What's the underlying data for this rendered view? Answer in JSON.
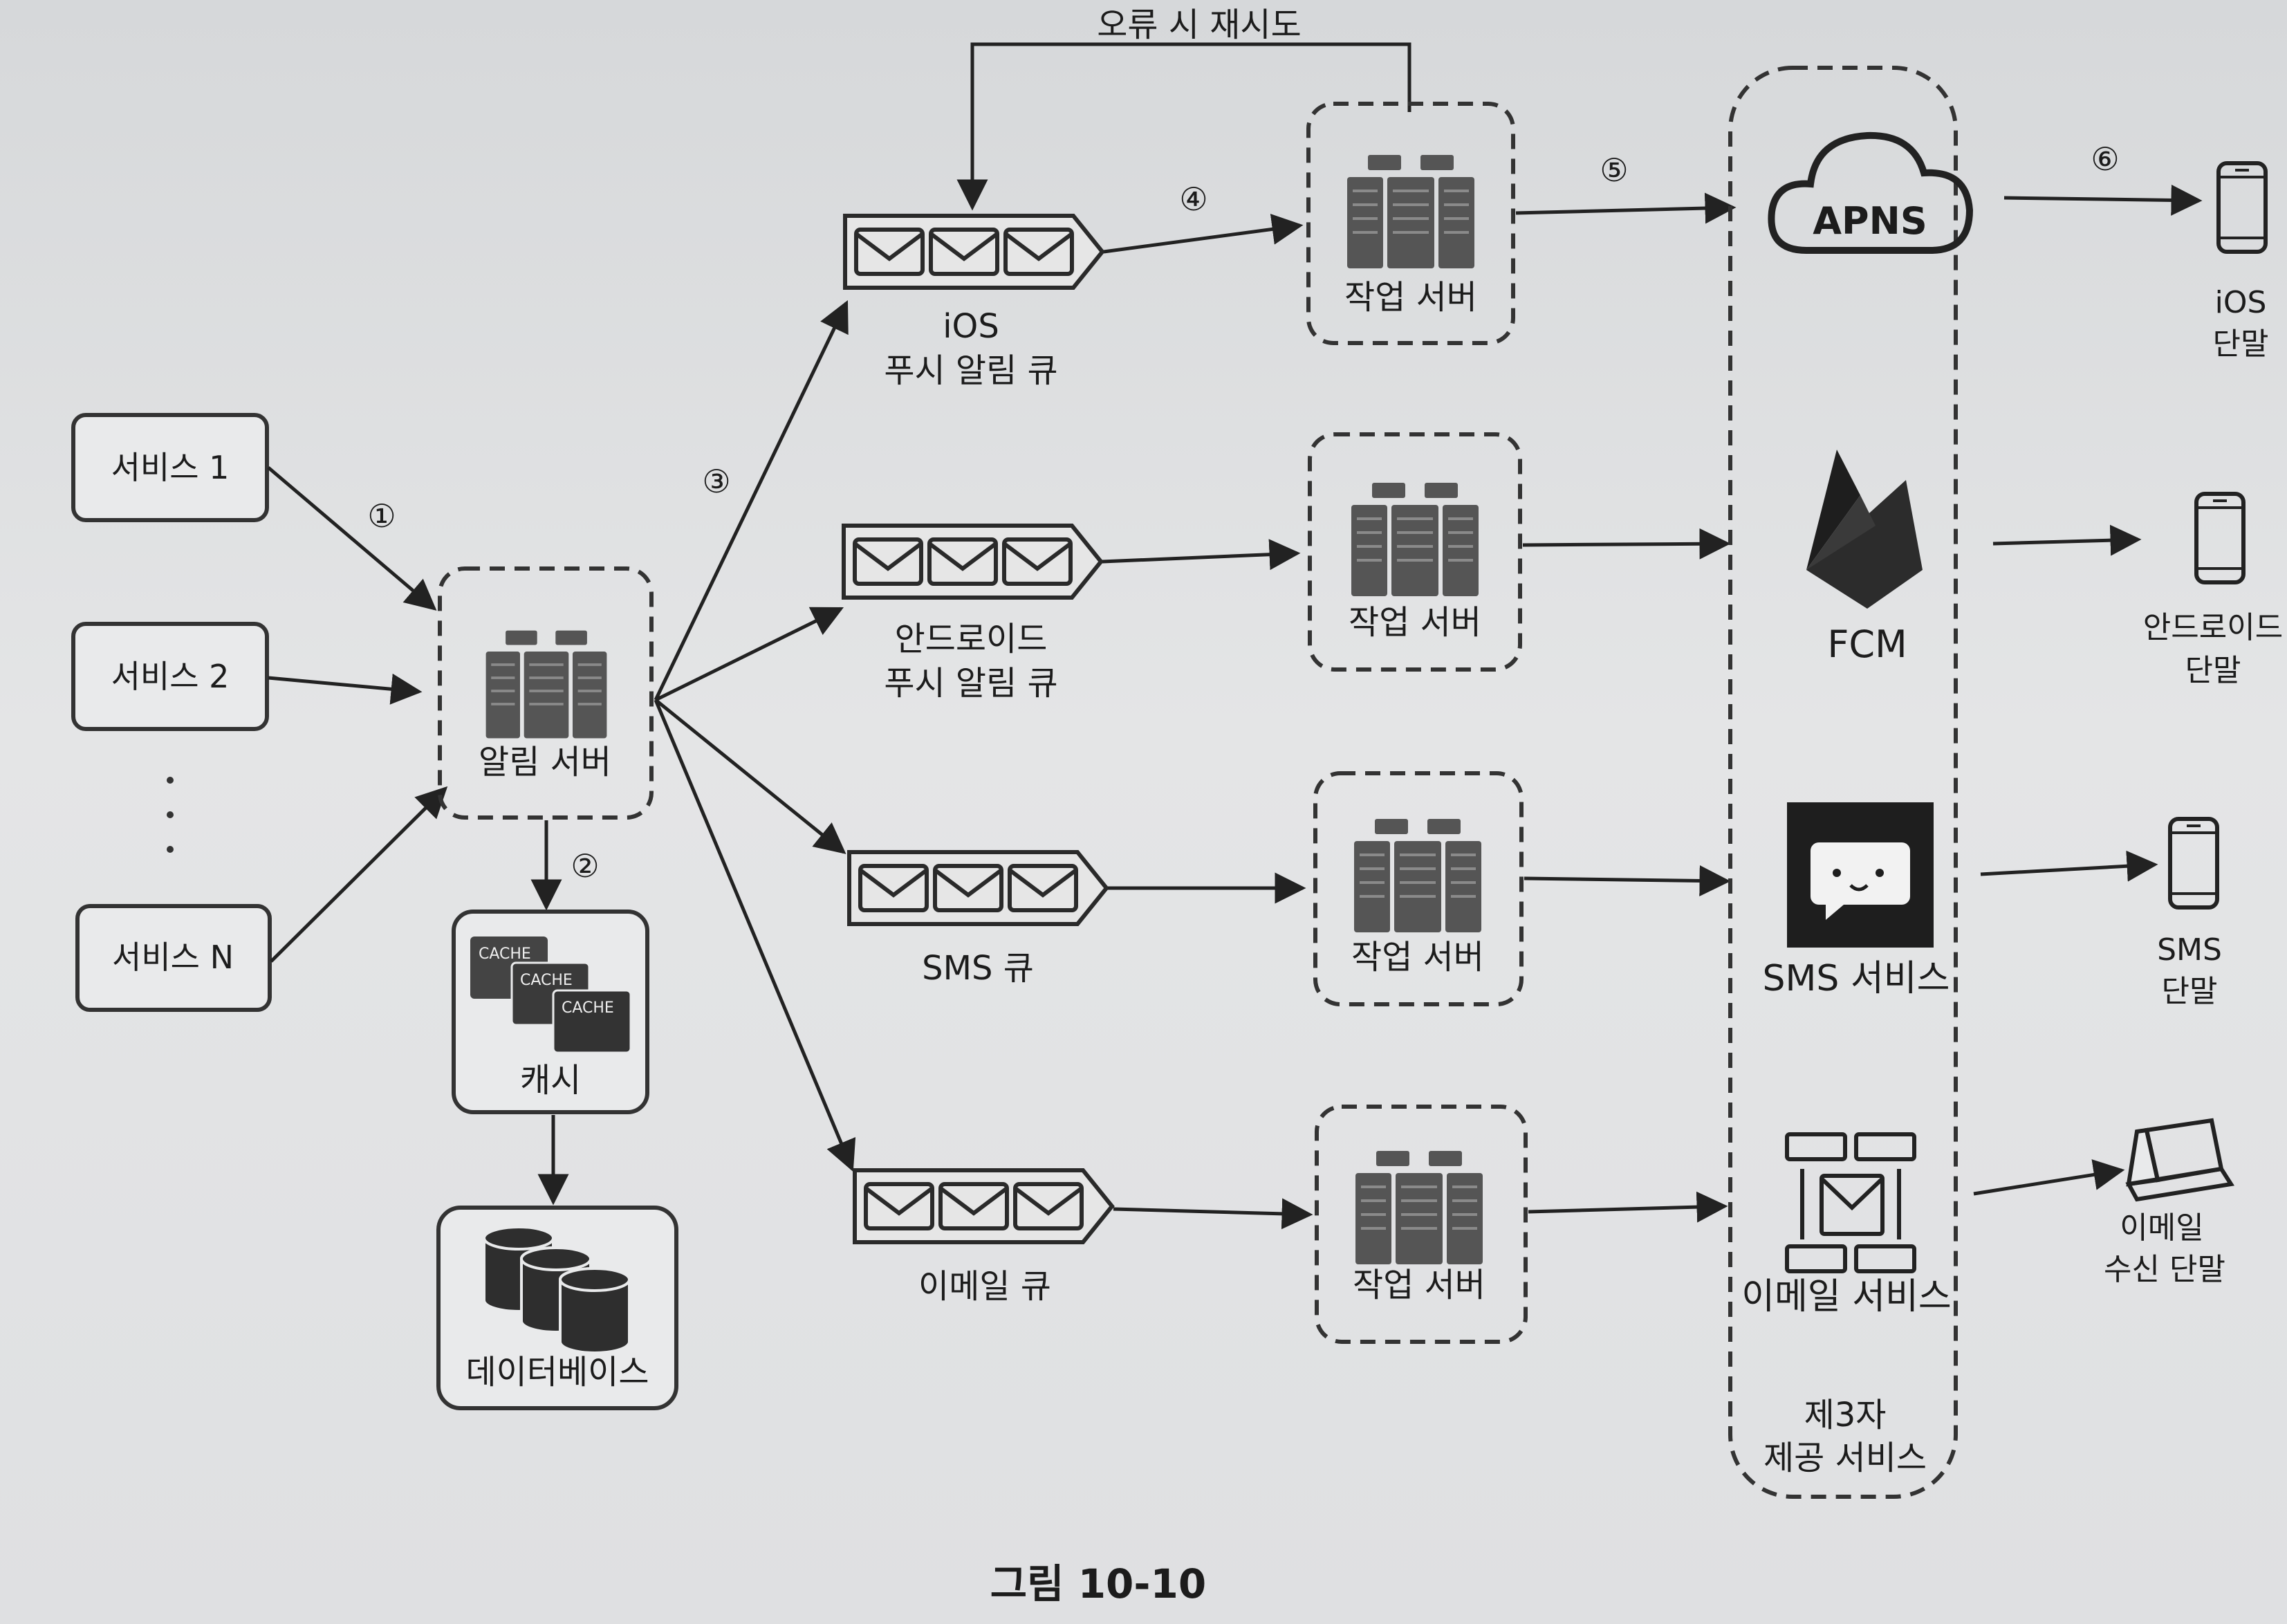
{
  "services": [
    "서비스 1",
    "서비스 2",
    "서비스 N"
  ],
  "service_ellipsis": "·\n·\n·",
  "notification_server": "알림 서버",
  "cache": {
    "label": "캐시",
    "tags": [
      "CACHE",
      "CACHE",
      "CACHE"
    ]
  },
  "database": "데이터베이스",
  "steps": [
    "①",
    "②",
    "③",
    "④",
    "⑤",
    "⑥"
  ],
  "retry_label": "오류 시 재시도",
  "queues": [
    {
      "line1": "iOS",
      "line2": "푸시 알림 큐"
    },
    {
      "line1": "안드로이드",
      "line2": "푸시 알림 큐"
    },
    {
      "line1": "SMS 큐",
      "line2": ""
    },
    {
      "line1": "이메일 큐",
      "line2": ""
    }
  ],
  "worker_label": "작업 서버",
  "third_party": {
    "apns": "APNS",
    "fcm": "FCM",
    "sms": "SMS 서비스",
    "email": "이메일 서비스",
    "title_line1": "제3자",
    "title_line2": "제공 서비스"
  },
  "devices": [
    {
      "line1": "iOS",
      "line2": "단말"
    },
    {
      "line1": "안드로이드",
      "line2": "단말"
    },
    {
      "line1": "SMS",
      "line2": "단말"
    },
    {
      "line1": "이메일",
      "line2": "수신 단말"
    }
  ],
  "caption": "그림 10-10"
}
